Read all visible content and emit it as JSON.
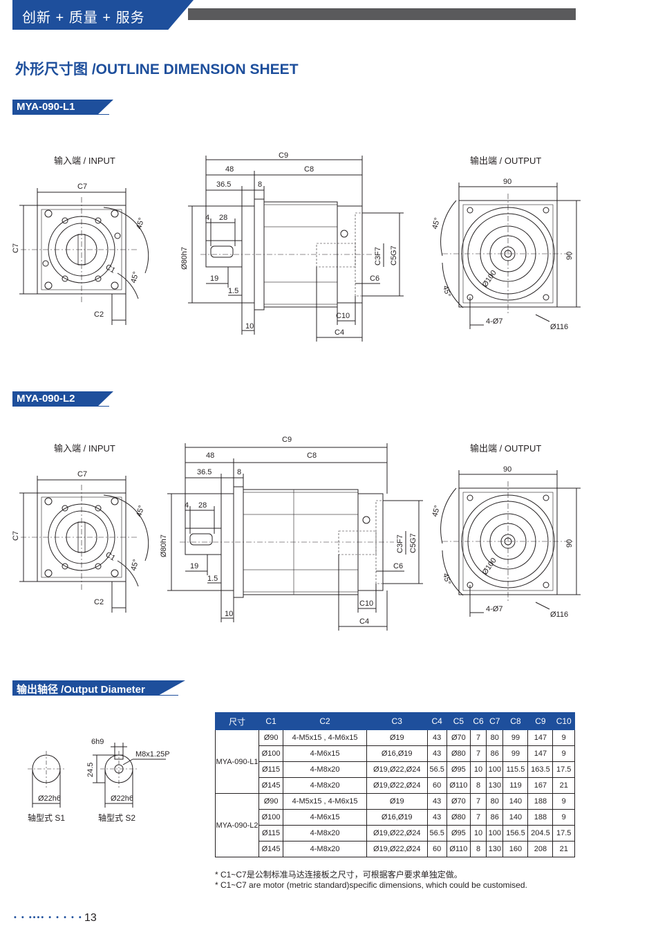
{
  "header": {
    "title": "创新 + 质量 + 服务"
  },
  "sheet_title": "外形尺寸图 /OUTLINE DIMENSION SHEET",
  "sections": [
    {
      "tab": "MYA-090-L1"
    },
    {
      "tab": "MYA-090-L2"
    },
    {
      "tab": "输出轴径 /Output Diameter"
    }
  ],
  "labels": {
    "input": "输入端 / INPUT",
    "output": "输出端 / OUTPUT"
  },
  "dims": {
    "c7": "C7",
    "c2": "C2",
    "c1": "C1",
    "deg45": "45°",
    "c9": "C9",
    "v48": "48",
    "c8": "C8",
    "v365": "36.5",
    "v8": "8",
    "v4": "4",
    "v28": "28",
    "d80": "Ø80h7",
    "v19": "19",
    "v15": "1.5",
    "v10": "10",
    "c3": "C3F7",
    "c5": "C5G7",
    "c6": "C6",
    "c10": "C10",
    "c4": "C4",
    "v90": "90",
    "d100": "Ø100",
    "h47": "4-Ø7",
    "d116": "Ø116"
  },
  "shaft": {
    "s1_dia": "Ø22h6",
    "s2_dia": "Ø22h6",
    "s2_key": "6h9",
    "s2_thread": "M8x1.25P",
    "s2_h": "24.5",
    "s1_label": "轴型式  S1",
    "s2_label": "轴型式  S2"
  },
  "table": {
    "headers": [
      "尺寸",
      "C1",
      "C2",
      "C3",
      "C4",
      "C5",
      "C6",
      "C7",
      "C8",
      "C9",
      "C10"
    ],
    "groups": [
      {
        "model": "MYA-090-L1",
        "rows": [
          [
            "Ø90",
            "4-M5x15 , 4-M6x15",
            "Ø19",
            "43",
            "Ø70",
            "7",
            "80",
            "99",
            "147",
            "9"
          ],
          [
            "Ø100",
            "4-M6x15",
            "Ø16,Ø19",
            "43",
            "Ø80",
            "7",
            "86",
            "99",
            "147",
            "9"
          ],
          [
            "Ø115",
            "4-M8x20",
            "Ø19,Ø22,Ø24",
            "56.5",
            "Ø95",
            "10",
            "100",
            "115.5",
            "163.5",
            "17.5"
          ],
          [
            "Ø145",
            "4-M8x20",
            "Ø19,Ø22,Ø24",
            "60",
            "Ø110",
            "8",
            "130",
            "119",
            "167",
            "21"
          ]
        ]
      },
      {
        "model": "MYA-090-L2",
        "rows": [
          [
            "Ø90",
            "4-M5x15 , 4-M6x15",
            "Ø19",
            "43",
            "Ø70",
            "7",
            "80",
            "140",
            "188",
            "9"
          ],
          [
            "Ø100",
            "4-M6x15",
            "Ø16,Ø19",
            "43",
            "Ø80",
            "7",
            "86",
            "140",
            "188",
            "9"
          ],
          [
            "Ø115",
            "4-M8x20",
            "Ø19,Ø22,Ø24",
            "56.5",
            "Ø95",
            "10",
            "100",
            "156.5",
            "204.5",
            "17.5"
          ],
          [
            "Ø145",
            "4-M8x20",
            "Ø19,Ø22,Ø24",
            "60",
            "Ø110",
            "8",
            "130",
            "160",
            "208",
            "21"
          ]
        ]
      }
    ]
  },
  "notes": [
    "* C1~C7是公制标准马达连接板之尺寸，可根据客户要求单独定做。",
    "* C1~C7 are motor (metric standard)specific dimensions, which could be customised."
  ],
  "footer": {
    "dots": "• • •••• • • • • •",
    "page": "13"
  },
  "colors": {
    "brand": "#1e4f9c",
    "bar": "#5a5a5c"
  }
}
